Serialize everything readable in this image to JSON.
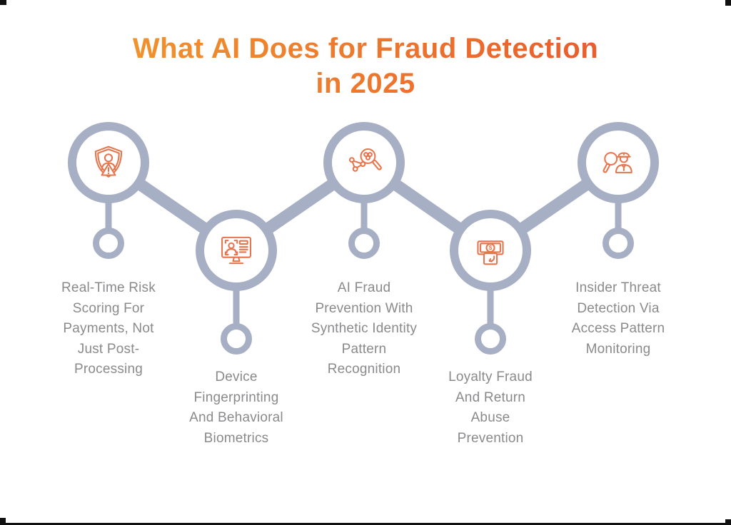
{
  "theme": {
    "slate": "#A7AFC5",
    "icon_orange": "#E8744B",
    "label_gray": "#8A8A8C",
    "title_from": "#F2A12D",
    "title_to": "#E84E2D",
    "mark_black": "#111111"
  },
  "header": {
    "title": "What AI Does for Fraud Detection\nin 2025"
  },
  "diagram": {
    "nodes": [
      {
        "icon": "shield-user-alert-icon",
        "label": "Real-Time Risk\nScoring For\nPayments, Not\nJust Post-\nProcessing"
      },
      {
        "icon": "face-scan-monitor-icon",
        "label": "Device\nFingerprinting\nAnd Behavioral\nBiometrics"
      },
      {
        "icon": "pattern-recognition-magnifier-icon",
        "label": "AI Fraud\nPrevention With\nSynthetic Identity\nPattern\nRecognition"
      },
      {
        "icon": "cash-return-icon",
        "label": "Loyalty Fraud\nAnd Return\nAbuse\nPrevention"
      },
      {
        "icon": "officer-magnifier-icon",
        "label": "Insider Threat\nDetection Via\nAccess Pattern\nMonitoring"
      }
    ]
  }
}
